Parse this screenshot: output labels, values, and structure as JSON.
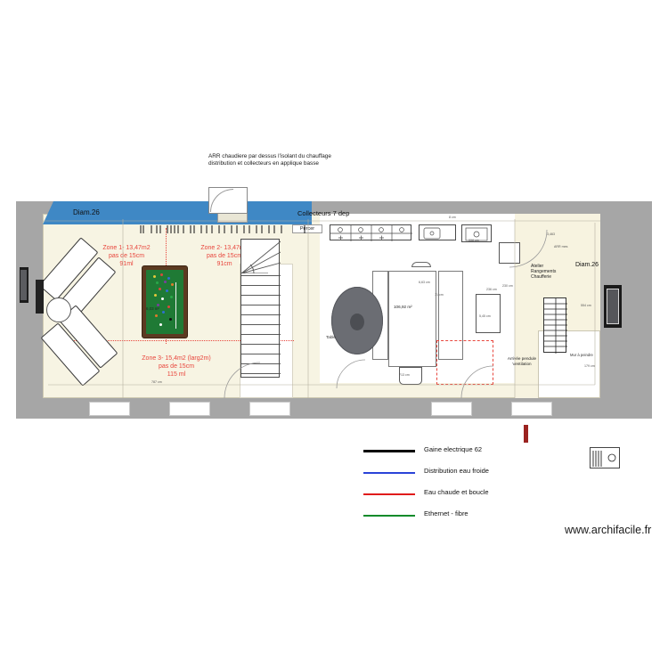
{
  "annotations": {
    "top_note": "ARR chaudiere par dessus l'isolant du chauffage\ndistribution et collecteurs en applique basse",
    "percer": "Percer",
    "collecteurs": "Collecteurs 7 dep",
    "diam26_left": "Diam.26",
    "diam26_right": "Diam.26",
    "atelier": "Atelier\nRangements\nChaufferie",
    "arrivee": "Arrivée pendule\nVentilation",
    "mur_peindre": "Mur à peindre",
    "table": "Table",
    "area_main": "106,92 m²",
    "pool_area": "6,03 m²"
  },
  "zones": [
    {
      "id": "zone-1",
      "text": "Zone 1- 13,47m2\npas de 15cm\n91ml"
    },
    {
      "id": "zone-2",
      "text": "Zone 2- 13,47m2\npas de 15cm\n91cm"
    },
    {
      "id": "zone-3",
      "text": "Zone 3- 15,4m2 (larg2m)\npas de 15cm\n115 ml"
    }
  ],
  "legend": {
    "items": [
      {
        "label": "Gaine electrique 62",
        "color": "#000000",
        "thick": true
      },
      {
        "label": "Distribution eau froide",
        "color": "#2a43d8",
        "thick": false
      },
      {
        "label": "Eau chaude et boucle",
        "color": "#e01b1b",
        "thick": false
      },
      {
        "label": "Ethernet - fibre",
        "color": "#0a8a2a",
        "thick": false
      }
    ]
  },
  "watermark": "www.archifacile.fr",
  "dimensions": {
    "d1": "8 cm",
    "d2": "338 cm",
    "d3": "236 cm",
    "d4": "230 cm",
    "d5": "713 cm",
    "d6": "787 cm",
    "d7": "6,63 cm",
    "d8": "71 cm",
    "d9": "5,45 cm",
    "d10": "5,46 cm",
    "d11": "554 cm",
    "d12": "3,463",
    "d13": "ARR mes",
    "d14": "550 cm",
    "d15": "179 cm"
  },
  "colors": {
    "floor": "#f7f4e3",
    "wall": "#a6a6a6",
    "blue_band": "#3f88c5",
    "zone_text": "#e8453c",
    "felt": "#1f7a35"
  }
}
